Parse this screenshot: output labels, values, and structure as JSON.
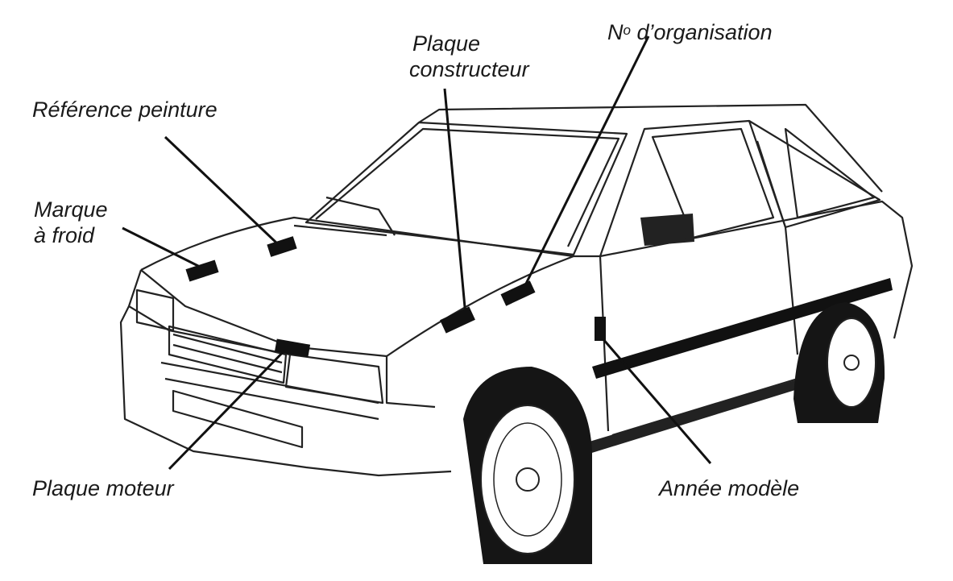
{
  "labels": {
    "plaque_constructeur_1": "Plaque",
    "plaque_constructeur_2": "constructeur",
    "no_prefix": "N",
    "no_sup": "o",
    "organisation": " d’organisation",
    "reference_peinture": "Référence peinture",
    "marque_1": "Marque",
    "marque_2": "à froid",
    "plaque_moteur": "Plaque moteur",
    "annee_modele": "Année modèle"
  },
  "colors": {
    "ink": "#111111",
    "paper": "#ffffff"
  }
}
